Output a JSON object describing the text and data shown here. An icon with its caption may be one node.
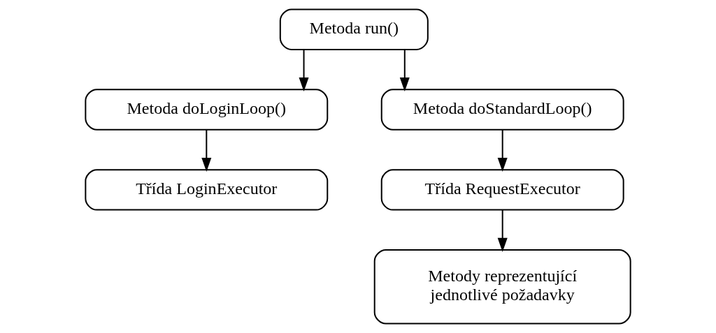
{
  "diagram": {
    "nodes": [
      {
        "text": [
          "Metoda run()"
        ]
      },
      {
        "text": [
          "Metoda doLoginLoop()"
        ]
      },
      {
        "text": [
          "Metoda doStandardLoop()"
        ]
      },
      {
        "text": [
          "Třída LoginExecutor"
        ]
      },
      {
        "text": [
          "Třída RequestExecutor"
        ]
      },
      {
        "text": [
          "Metody reprezentující jednotlivé požadavky"
        ]
      }
    ],
    "edges": [
      {
        "from": 0,
        "to": 1,
        "arrow": "to"
      },
      {
        "from": 0,
        "to": 2,
        "arrow": "to"
      },
      {
        "from": 1,
        "to": 3,
        "arrow": "to"
      },
      {
        "from": 2,
        "to": 4,
        "arrow": "to"
      },
      {
        "from": 4,
        "to": 5,
        "arrow": "to"
      }
    ]
  }
}
